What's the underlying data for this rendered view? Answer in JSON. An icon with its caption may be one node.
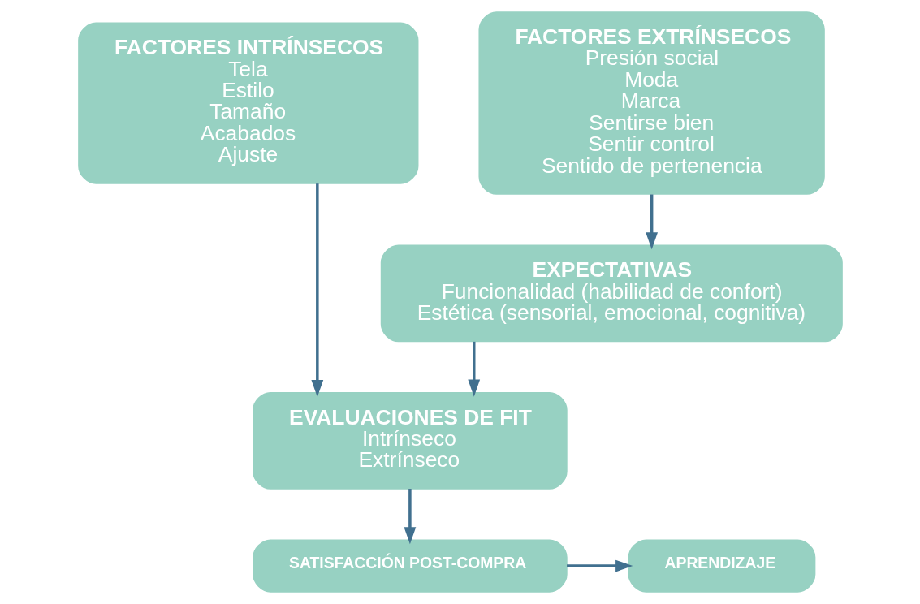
{
  "diagram": {
    "nodes": [
      {
        "text": [
          "FACTORES INTRÍNSECOS",
          "Tela",
          "Estilo",
          "Tamaño",
          "Acabados",
          "Ajuste"
        ]
      },
      {
        "text": [
          "FACTORES EXTRÍNSECOS",
          "Presión social",
          "Moda",
          "Marca",
          "Sentirse bien",
          "Sentir control",
          "Sentido de pertenencia"
        ]
      },
      {
        "text": [
          "EXPECTATIVAS",
          "Funcionalidad (habilidad de confort)",
          "Estética (sensorial, emocional, cognitiva)"
        ]
      },
      {
        "text": [
          "EVALUACIONES DE FIT",
          "Intrínseco",
          "Extrínseco"
        ]
      },
      {
        "text": [
          "SATISFACCIÓN POST-COMPRA"
        ]
      },
      {
        "text": [
          "APRENDIZAJE"
        ]
      }
    ],
    "edges": [
      {
        "from": 0,
        "to": 3,
        "arrow": "to"
      },
      {
        "from": 1,
        "to": 2,
        "arrow": "to"
      },
      {
        "from": 2,
        "to": 3,
        "arrow": "to"
      },
      {
        "from": 3,
        "to": 4,
        "arrow": "to"
      },
      {
        "from": 4,
        "to": 5,
        "arrow": "to"
      }
    ]
  }
}
